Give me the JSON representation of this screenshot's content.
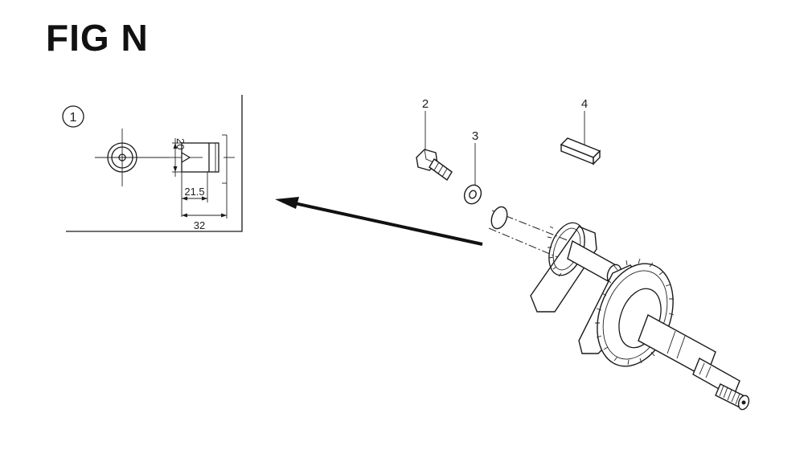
{
  "figure": {
    "title": "FIG N"
  },
  "inset": {
    "callout": "1",
    "dim_vertical": "20",
    "dim_short": "21.5",
    "dim_long": "32"
  },
  "parts": [
    {
      "number": "2",
      "name": "bolt"
    },
    {
      "number": "3",
      "name": "washer"
    },
    {
      "number": "4",
      "name": "key"
    }
  ],
  "colors": {
    "ink": "#1a1a1a",
    "background": "#ffffff"
  }
}
